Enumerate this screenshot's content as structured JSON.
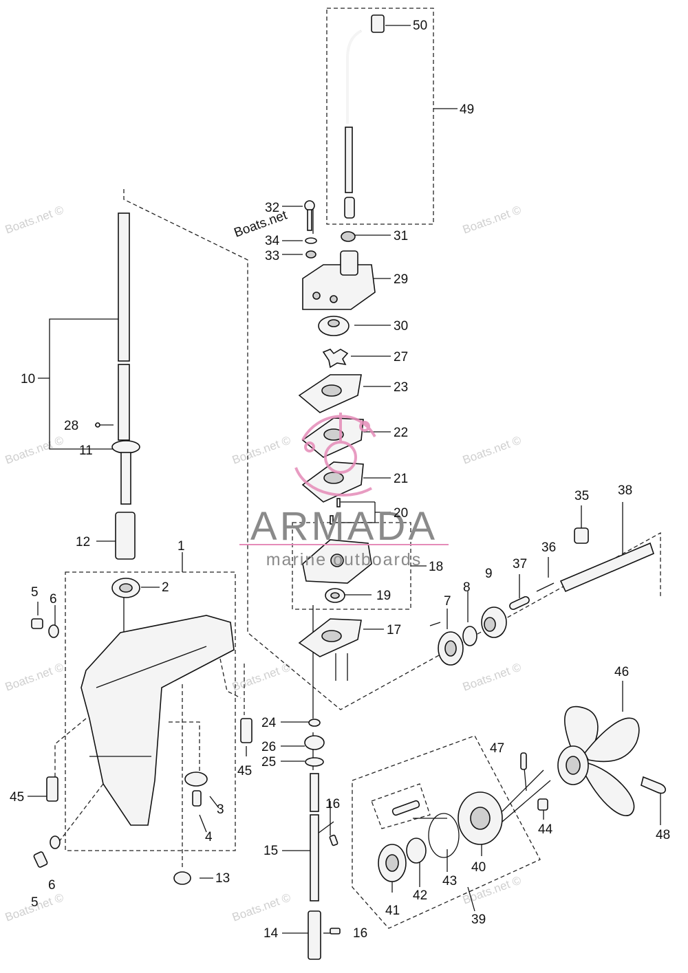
{
  "watermark": {
    "text": "Boats.net ©",
    "marker_text": "Boats.net"
  },
  "logo": {
    "name": "ARMADA",
    "tagline": "marine outboards",
    "color": "#e58bb8"
  },
  "callouts": [
    "1",
    "2",
    "3",
    "4",
    "5",
    "6",
    "7",
    "8",
    "9",
    "10",
    "11",
    "12",
    "13",
    "14",
    "15",
    "16",
    "17",
    "18",
    "19",
    "20",
    "21",
    "22",
    "23",
    "24",
    "25",
    "26",
    "27",
    "28",
    "29",
    "30",
    "31",
    "32",
    "33",
    "34",
    "35",
    "36",
    "37",
    "38",
    "39",
    "40",
    "41",
    "42",
    "43",
    "44",
    "45",
    "46",
    "47",
    "48",
    "49",
    "50"
  ]
}
